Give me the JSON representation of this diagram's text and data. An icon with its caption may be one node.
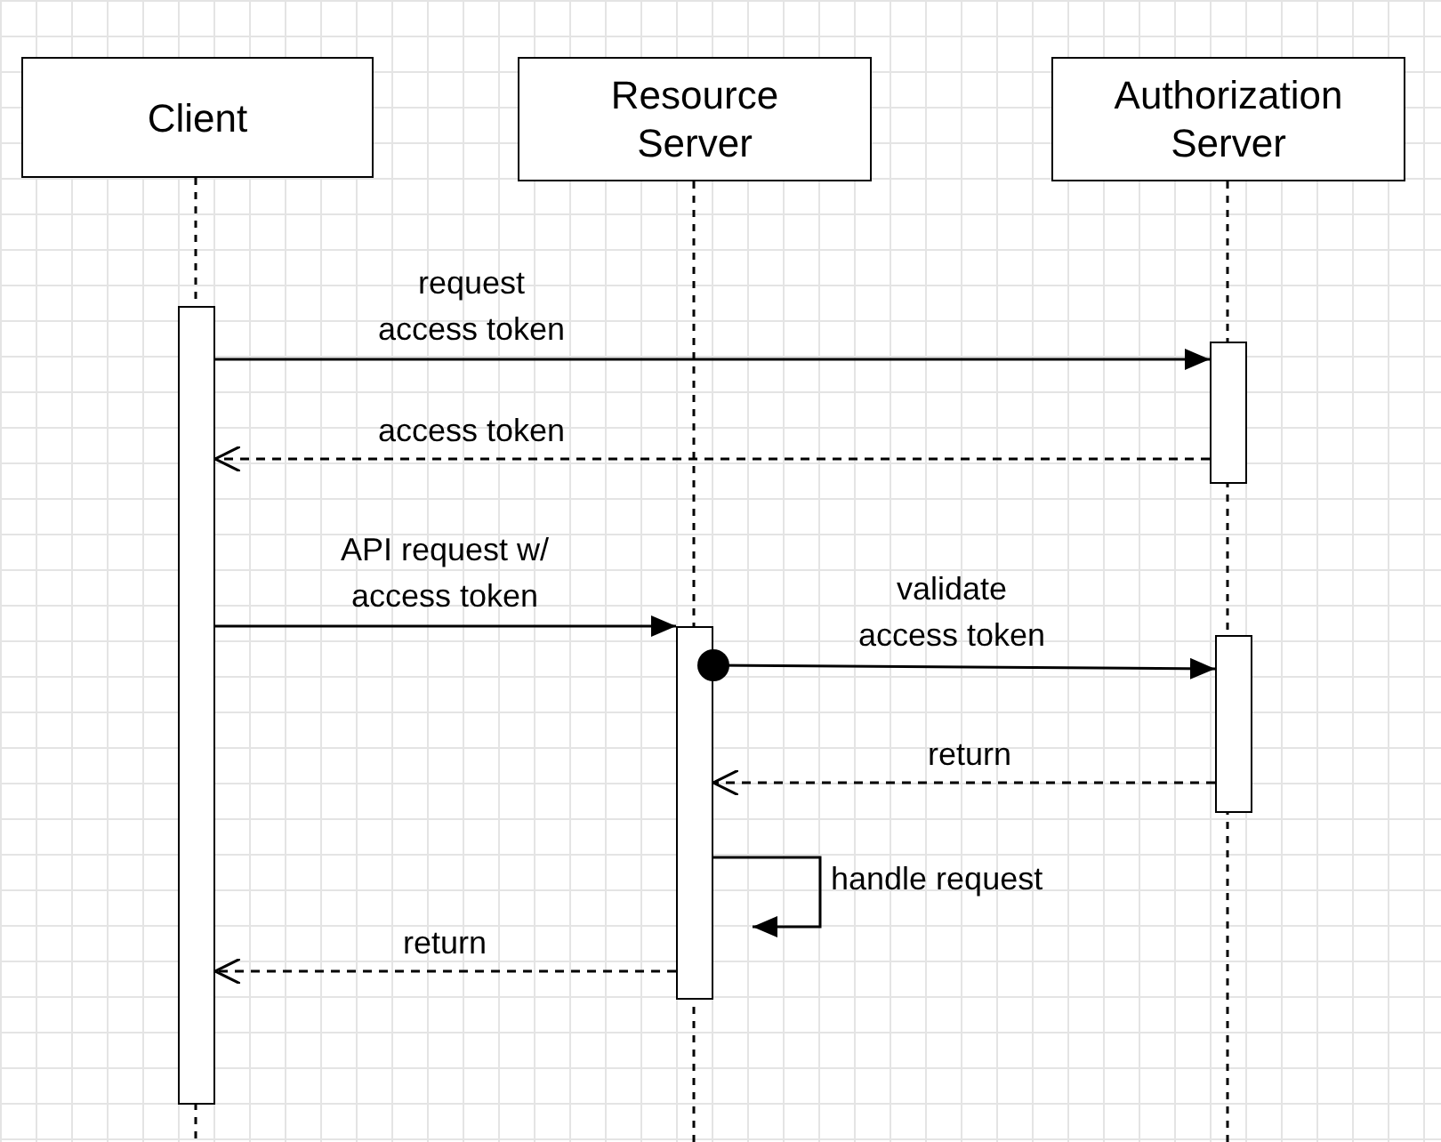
{
  "diagram": {
    "nodes": [
      {
        "text": [
          "Client"
        ]
      },
      {
        "text": [
          "Resource Server"
        ]
      },
      {
        "text": [
          "Authorization Server"
        ]
      },
      {
        "text": [],
        "shape": "bar"
      },
      {
        "text": [],
        "shape": "bar"
      },
      {
        "text": [],
        "shape": "bar"
      },
      {
        "text": [],
        "shape": "bar"
      }
    ],
    "edges": [
      {
        "from": 3,
        "to": 5,
        "arrow": "to",
        "label": "request access token"
      },
      {
        "from": 5,
        "to": 3,
        "arrow": "to",
        "label": "access token",
        "style": "dashed"
      },
      {
        "from": 3,
        "to": 4,
        "arrow": "to",
        "label": "API request w/ access token"
      },
      {
        "from": 4,
        "to": 6,
        "arrow": "to",
        "label": "validate access token"
      },
      {
        "from": 6,
        "to": 4,
        "arrow": "to",
        "label": "return",
        "style": "dashed"
      },
      {
        "from": 4,
        "to": 4,
        "arrow": "to",
        "label": "handle request"
      },
      {
        "from": 4,
        "to": 3,
        "arrow": "to",
        "label": "return",
        "style": "dashed"
      }
    ]
  }
}
